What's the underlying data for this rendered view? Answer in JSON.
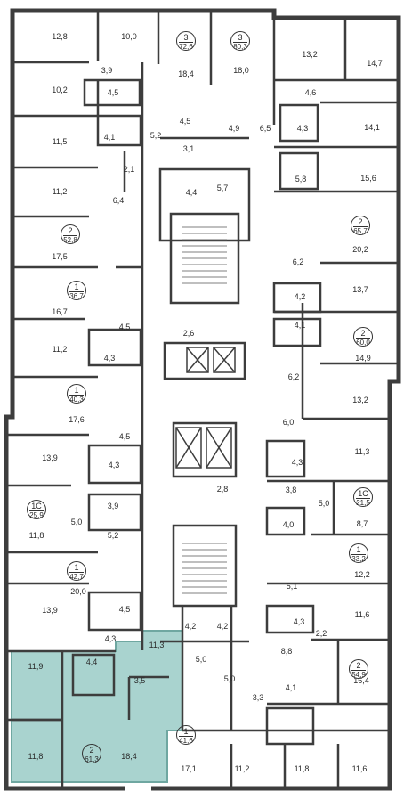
{
  "colors": {
    "wall": "#3d3d3d",
    "highlight": "#a9d3cf",
    "highlight_border": "#6fa7a1"
  },
  "apartments": [
    {
      "id": "a1",
      "rooms": "3",
      "area": "72,6"
    },
    {
      "id": "a2",
      "rooms": "3",
      "area": "80,3"
    },
    {
      "id": "a3",
      "rooms": "2",
      "area": "52,8"
    },
    {
      "id": "a4",
      "rooms": "2",
      "area": "65,7"
    },
    {
      "id": "a5",
      "rooms": "1",
      "area": "36,7"
    },
    {
      "id": "a6",
      "rooms": "2",
      "area": "60,0"
    },
    {
      "id": "a7",
      "rooms": "1",
      "area": "40,3"
    },
    {
      "id": "a8",
      "rooms": "1С",
      "area": "25,9"
    },
    {
      "id": "a9",
      "rooms": "1С",
      "area": "21,5"
    },
    {
      "id": "a10",
      "rooms": "1",
      "area": "33,2"
    },
    {
      "id": "a11",
      "rooms": "1",
      "area": "42,7"
    },
    {
      "id": "a12",
      "rooms": "2",
      "area": "54,9"
    },
    {
      "id": "a13",
      "rooms": "1",
      "area": "41,6"
    },
    {
      "id": "a14",
      "rooms": "2",
      "area": "61,3",
      "selected": true
    }
  ],
  "room_areas": [
    "12,8",
    "10,0",
    "18,4",
    "18,0",
    "13,2",
    "14,7",
    "3,9",
    "10,2",
    "4,5",
    "4,6",
    "4,5",
    "4,9",
    "6,5",
    "4,3",
    "14,1",
    "11,5",
    "4,1",
    "5,2",
    "3,1",
    "2,1",
    "5,8",
    "15,6",
    "11,2",
    "6,4",
    "4,4",
    "5,7",
    "17,5",
    "20,2",
    "6,2",
    "4,2",
    "13,7",
    "16,7",
    "4,1",
    "4,5",
    "11,2",
    "2,6",
    "4,3",
    "14,9",
    "6,2",
    "13,2",
    "17,6",
    "6,0",
    "4,5",
    "11,3",
    "13,9",
    "4,3",
    "4,3",
    "3,9",
    "2,8",
    "3,8",
    "5,0",
    "5,0",
    "11,8",
    "5,2",
    "4,0",
    "8,7",
    "12,2",
    "20,0",
    "5,1",
    "4,5",
    "11,6",
    "13,9",
    "4,3",
    "4,2",
    "4,2",
    "4,3",
    "2,2",
    "11,3",
    "8,8",
    "16,4",
    "11,9",
    "4,4",
    "5,0",
    "3,5",
    "4,1",
    "5,0",
    "3,3",
    "11,8",
    "18,4",
    "17,1",
    "11,2",
    "11,8",
    "11,6"
  ]
}
